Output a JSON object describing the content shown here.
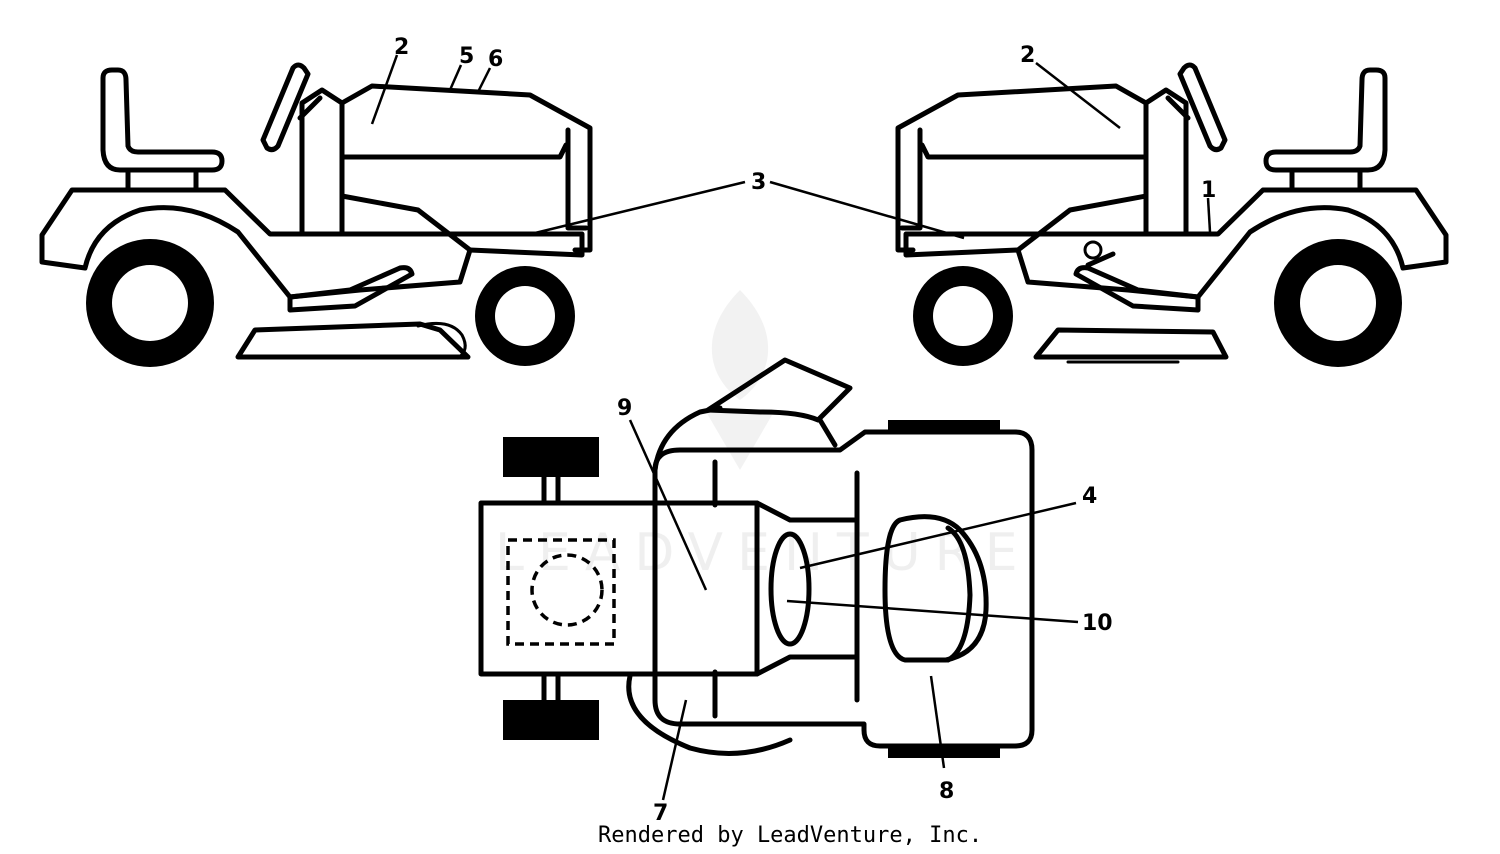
{
  "diagram": {
    "footer": "Rendered by LeadVenture, Inc.",
    "watermark": "LEADVENTURE",
    "callouts": {
      "c1": "1",
      "c2_left": "2",
      "c2_right": "2",
      "c3": "3",
      "c4": "4",
      "c5": "5",
      "c6": "6",
      "c7": "7",
      "c8": "8",
      "c9": "9",
      "c10": "10"
    }
  }
}
